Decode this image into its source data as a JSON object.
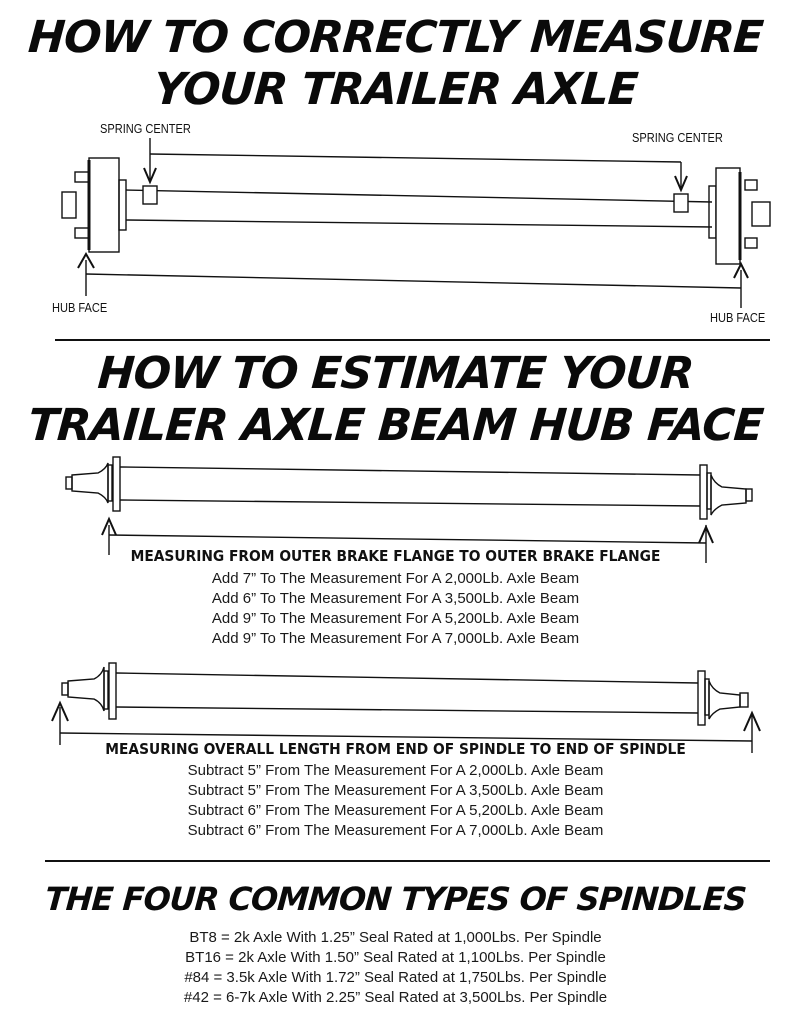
{
  "section1": {
    "title_line1": "HOW TO CORRECTLY MEASURE",
    "title_line2": "YOUR TRAILER AXLE",
    "label_spring_left": "SPRING CENTER",
    "label_spring_right": "SPRING CENTER",
    "label_hub_left": "HUB FACE",
    "label_hub_right": "HUB FACE"
  },
  "section2": {
    "title_line1": "HOW TO ESTIMATE YOUR",
    "title_line2": "TRAILER AXLE BEAM HUB FACE",
    "flange_caption": "MEASURING FROM OUTER BRAKE FLANGE TO OUTER BRAKE FLANGE",
    "flange_lines": [
      "Add 7” To The Measurement For A 2,000Lb. Axle Beam",
      "Add 6” To The Measurement For A 3,500Lb. Axle Beam",
      "Add 9” To The Measurement For A 5,200Lb. Axle Beam",
      "Add 9” To The Measurement For A 7,000Lb. Axle Beam"
    ],
    "spindle_caption": "MEASURING OVERALL LENGTH FROM END OF SPINDLE TO END OF SPINDLE",
    "spindle_lines": [
      "Subtract 5” From The Measurement For A 2,000Lb. Axle Beam",
      "Subtract 5” From The Measurement For A 3,500Lb. Axle Beam",
      "Subtract 6” From The Measurement For A 5,200Lb. Axle Beam",
      "Subtract 6” From The Measurement For A 7,000Lb. Axle Beam"
    ]
  },
  "section3": {
    "title": "THE FOUR COMMON TYPES OF SPINDLES",
    "lines": [
      "BT8 = 2k Axle With 1.25” Seal Rated at 1,000Lbs. Per Spindle",
      "BT16 = 2k Axle With 1.50” Seal Rated at 1,100Lbs. Per Spindle",
      "#84 = 3.5k Axle With 1.72” Seal Rated at 1,750Lbs. Per Spindle",
      "#42 = 6-7k Axle With 2.25” Seal Rated at 3,500Lbs. Per Spindle"
    ]
  }
}
